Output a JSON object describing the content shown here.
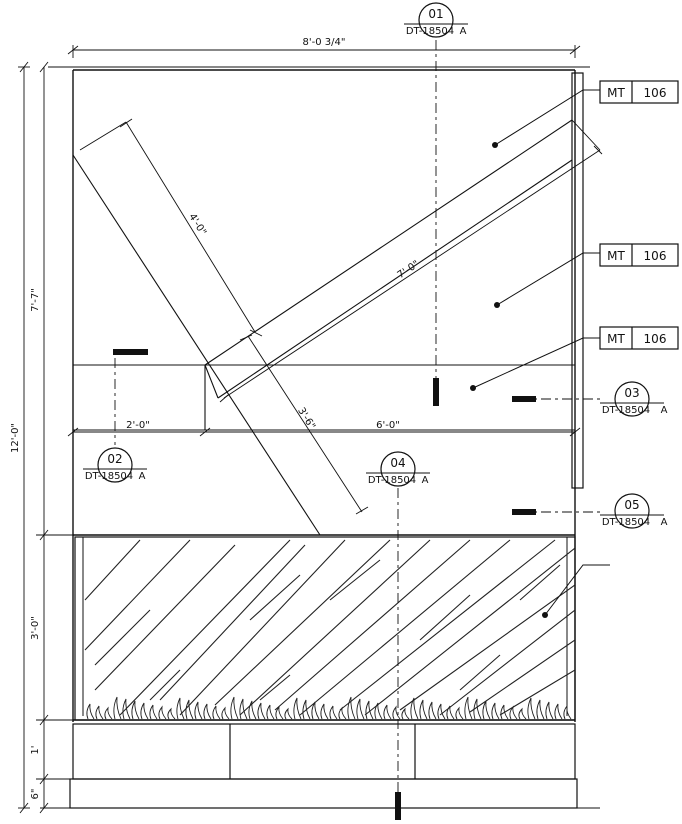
{
  "dimensions": {
    "overall_width": "8'-0 3/4\"",
    "total_height": "12'-0\"",
    "upper_height": "7'-7\"",
    "firebox_height": "3'-0\"",
    "base_height": "1'",
    "plinth_height": "6\"",
    "diag_short": "4'-0\"",
    "diag_long": "7'-0\"",
    "diag_lower": "3'-6\"",
    "left_offset": "2'-0\"",
    "right_offset": "6'-0\""
  },
  "material_tags": [
    {
      "code": "MT",
      "number": "106"
    },
    {
      "code": "MT",
      "number": "106"
    },
    {
      "code": "MT",
      "number": "106"
    }
  ],
  "detail_refs": [
    {
      "number": "01",
      "sheet": "DT-18504",
      "suffix": "A"
    },
    {
      "number": "02",
      "sheet": "DT-18504",
      "suffix": "A"
    },
    {
      "number": "03",
      "sheet": "DT-18504",
      "suffix": "A"
    },
    {
      "number": "04",
      "sheet": "DT-18504",
      "suffix": "A"
    },
    {
      "number": "05",
      "sheet": "DT-18504",
      "suffix": "A"
    }
  ]
}
